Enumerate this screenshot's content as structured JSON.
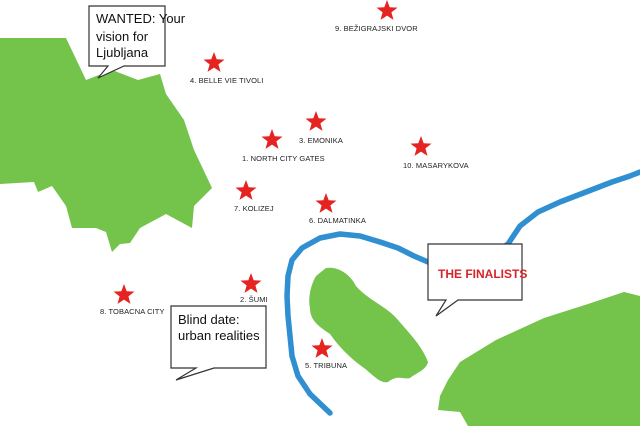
{
  "colors": {
    "land": "#74c34a",
    "river": "#2f8fd1",
    "star": "#e52320",
    "bubble_border": "#333333",
    "highlight_text": "#d8232a"
  },
  "callouts": {
    "wanted": [
      "WANTED: Your",
      "vision for",
      "Ljubljana"
    ],
    "blind_date": [
      "Blind date:",
      "urban realities"
    ],
    "finalists": "THE FINALISTS"
  },
  "sites": [
    {
      "id": "1",
      "label": "1. NORTH CITY GATES"
    },
    {
      "id": "2",
      "label": "2. ŠUMI"
    },
    {
      "id": "3",
      "label": "3. EMONIKA"
    },
    {
      "id": "4",
      "label": "4. BELLE VIE TIVOLI"
    },
    {
      "id": "5",
      "label": "5. TRIBUNA"
    },
    {
      "id": "6",
      "label": "6. DALMATINKA"
    },
    {
      "id": "7",
      "label": "7. KOLIZEJ"
    },
    {
      "id": "8",
      "label": "8. TOBACNA CITY"
    },
    {
      "id": "9",
      "label": "9. BEŽIGRAJSKI DVOR"
    },
    {
      "id": "10",
      "label": "10. MASARYKOVA"
    }
  ]
}
